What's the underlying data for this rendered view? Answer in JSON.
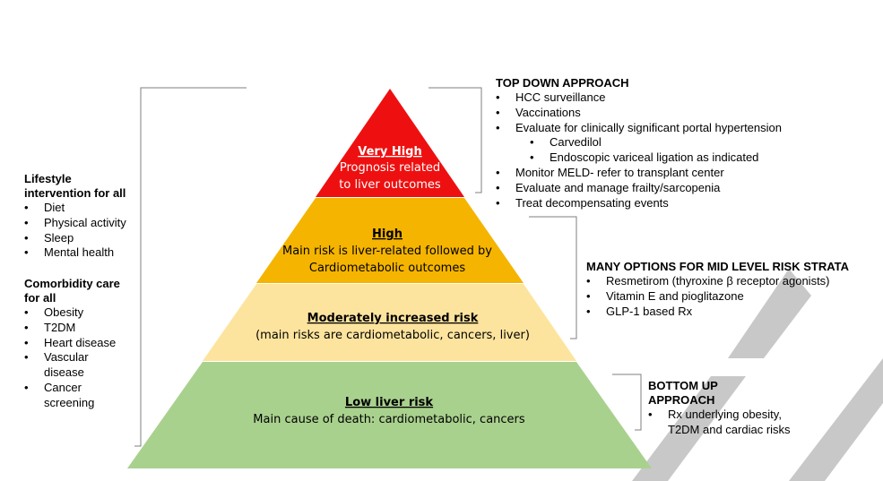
{
  "tiers": [
    {
      "title": "Very High",
      "lines": [
        "Prognosis related",
        "to liver outcomes"
      ],
      "color": "#ee1010",
      "text_color": "#ffffff"
    },
    {
      "title": "High",
      "lines": [
        "Main risk is liver-related followed by",
        "Cardiometabolic outcomes"
      ],
      "color": "#f5b400",
      "text_color": "#000000"
    },
    {
      "title": "Moderately increased risk",
      "lines": [
        "(main risks are cardiometabolic, cancers, liver)"
      ],
      "color": "#fde49e",
      "text_color": "#000000"
    },
    {
      "title": "Low liver risk",
      "lines": [
        "Main cause of death: cardiometabolic, cancers"
      ],
      "color": "#a9d18e",
      "text_color": "#000000"
    }
  ],
  "left": {
    "lifestyle": {
      "title_lines": [
        "Lifestyle",
        "intervention for all"
      ],
      "items": [
        "Diet",
        "Physical activity",
        "Sleep",
        "Mental health"
      ]
    },
    "comorbidity": {
      "title_lines": [
        "Comorbidity care",
        "for all"
      ],
      "items": [
        "Obesity",
        "T2DM",
        "Heart disease",
        "Vascular disease",
        "Cancer screening"
      ]
    }
  },
  "top_down": {
    "title": "TOP DOWN APPROACH",
    "items": [
      {
        "text": "HCC surveillance",
        "level": 1
      },
      {
        "text": "Vaccinations",
        "level": 1
      },
      {
        "text": "Evaluate for clinically significant portal hypertension",
        "level": 1
      },
      {
        "text": "Carvedilol",
        "level": 2
      },
      {
        "text": "Endoscopic variceal ligation as indicated",
        "level": 2
      },
      {
        "text": "Monitor MELD- refer to transplant center",
        "level": 1
      },
      {
        "text": "Evaluate and manage frailty/sarcopenia",
        "level": 1
      },
      {
        "text": "Treat decompensating events",
        "level": 1
      }
    ]
  },
  "mid_level": {
    "title": "MANY OPTIONS FOR MID LEVEL RISK STRATA",
    "items": [
      "Resmetirom (thyroxine β receptor agonists)",
      "Vitamin E and pioglitazone",
      "GLP-1 based Rx"
    ]
  },
  "bottom_up": {
    "title_lines": [
      "BOTTOM UP",
      "APPROACH"
    ],
    "items": [
      "Rx underlying obesity, T2DM and cardiac risks"
    ]
  },
  "watermark_color": "#c8c8c8"
}
